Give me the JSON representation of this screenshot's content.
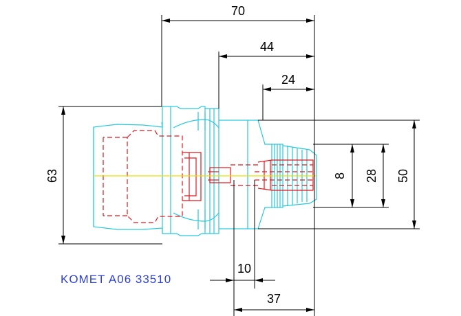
{
  "dimensions": {
    "overall_length": "70",
    "length_44": "44",
    "length_24": "24",
    "diameter_63": "63",
    "diameter_8": "8",
    "diameter_28": "28",
    "diameter_50": "50",
    "length_10": "10",
    "length_37": "37"
  },
  "caption": "KOMET A06 33510",
  "colors": {
    "outline": "#27c9dc",
    "hidden": "#e0161c",
    "centerline": "#e8e000",
    "dimension": "#000000",
    "caption": "#2b3fd6"
  }
}
